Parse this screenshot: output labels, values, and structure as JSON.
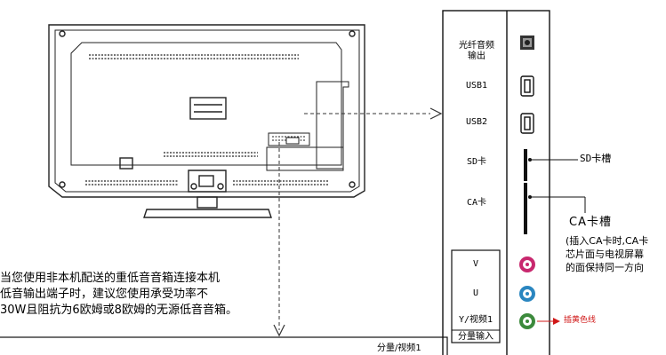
{
  "panel": {
    "optical_label": "光纤音频\n输出",
    "usb1_label": "USB1",
    "usb2_label": "USB2",
    "sd_label": "SD卡",
    "ca_label": "CA卡",
    "sd_slot_callout": "SD卡槽",
    "ca_slot_title": "CA卡槽",
    "ca_slot_note": [
      "(插入CA卡时,CA卡",
      "芯片面与电视屏幕",
      "的面保持同一方向"
    ],
    "component_v": "V",
    "component_u": "U",
    "component_y": "Y/视频1",
    "component_box_label": "分量输入",
    "yellow_callout": "插黄色线",
    "colors": {
      "v_jack": "#c8286e",
      "u_jack": "#2a86c0",
      "y_jack": "#3c8a3c",
      "callout_red": "#d01818"
    }
  },
  "notes": {
    "subwoofer": [
      "当您使用非本机配送的重低音音箱连接本机",
      "低音输出端子时，建议您使用承受功率不",
      "30W且阻抗为6欧姆或8欧姆的无源低音音箱。"
    ]
  },
  "footer": {
    "component_video_label": "分量/视频1"
  }
}
